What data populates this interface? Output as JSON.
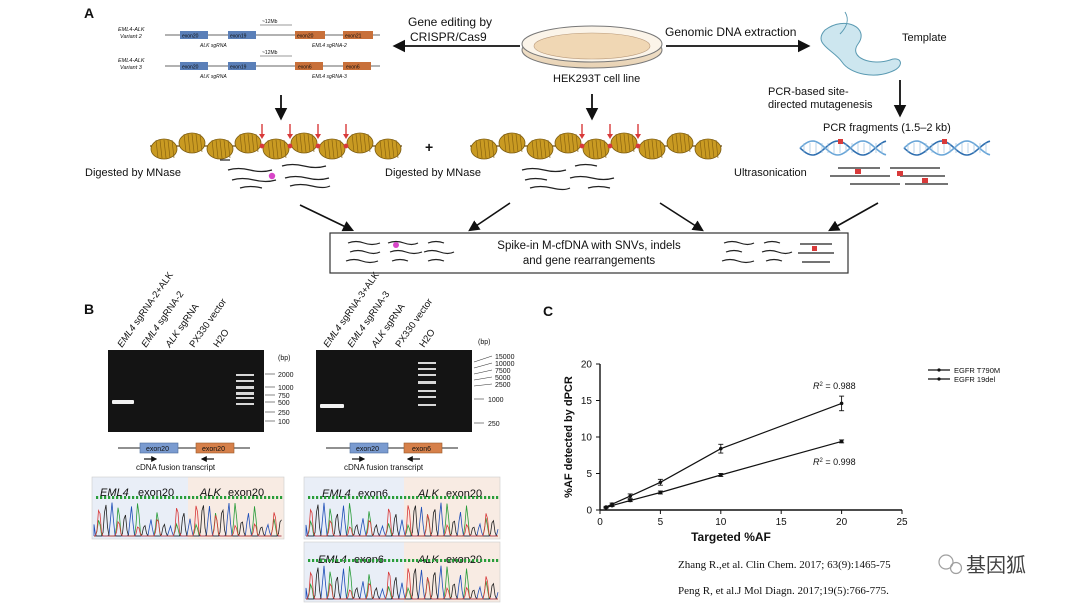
{
  "panel_a": {
    "label": "A",
    "variant2_label": [
      "EML4-ALK",
      "Variant 2"
    ],
    "variant3_label": [
      "EML4-ALK",
      "Variant 3"
    ],
    "variant_exons_top": [
      "exon20",
      "exon19",
      "exon20",
      "exon21"
    ],
    "variant_exons_bottom": [
      "exon20",
      "exon19",
      "exon6",
      "exon6"
    ],
    "distance_label": "~12Mb",
    "sgrna_top": [
      "ALK sgRNA",
      "EML4 sgRNA-2"
    ],
    "sgrna_bottom": [
      "ALK sgRNA",
      "EML4 sgRNA-3"
    ],
    "gene_editing": [
      "Gene editing by",
      "CRISPR/Cas9"
    ],
    "cell_line": "HEK293T cell line",
    "genomic_extraction": "Genomic DNA extraction",
    "template": "Template",
    "pcr_mutagenesis": [
      "PCR-based site-",
      "directed mutagenesis"
    ],
    "pcr_fragments": "PCR fragments (1.5–2 kb)",
    "digested_left": "Digested by MNase",
    "plus": "+",
    "digested_mid": "Digested by MNase",
    "ultrasonication": "Ultrasonication",
    "spike_in": [
      "Spike-in M-cfDNA with SNVs, indels",
      "and gene rearrangements"
    ]
  },
  "panel_b": {
    "label": "B",
    "gel_left_lanes": [
      "EML4 sgRNA-2+ALK",
      "EML4 sgRNA-2",
      "ALK sgRNA",
      "PX330 vector",
      "H2O"
    ],
    "gel_right_lanes": [
      "EML4 sgRNA-3+ALK",
      "EML4 sgRNA-3",
      "ALK sgRNA",
      "PX330 vector",
      "H2O"
    ],
    "bp_unit": "(bp)",
    "ladder_left": [
      "2000",
      "1000",
      "750",
      "500",
      "250",
      "100"
    ],
    "ladder_right_top": [
      "15000",
      "10000",
      "7500",
      "5000",
      "2500"
    ],
    "ladder_right_bottom": [
      "1000",
      "250"
    ],
    "left_exons": [
      "exon20",
      "exon20"
    ],
    "right_exons": [
      "exon20",
      "exon6"
    ],
    "cdna_caption": "cDNA fusion transcript",
    "seq_left": [
      "EML4",
      "exon20",
      "ALK",
      "exon20"
    ],
    "seq_right_top": [
      "EML4",
      "exon6",
      "ALK",
      "exon20"
    ],
    "seq_right_bottom": [
      "EML4",
      "exon6",
      "ALK",
      "exon20"
    ]
  },
  "panel_c": {
    "label": "C"
  },
  "chart_data": {
    "type": "line",
    "xlabel": "Targeted %AF",
    "ylabel": "%AF detected by dPCR",
    "xlim": [
      0,
      25
    ],
    "ylim": [
      0,
      20
    ],
    "xticks": [
      0,
      5,
      10,
      15,
      20,
      25
    ],
    "yticks": [
      0,
      5,
      10,
      15,
      20
    ],
    "legend_position": "top-right",
    "series": [
      {
        "name": "EGFR T790M",
        "x": [
          0.5,
          1,
          2.5,
          5,
          10,
          20
        ],
        "y": [
          0.4,
          0.8,
          1.9,
          3.8,
          8.4,
          14.6
        ],
        "err": [
          0.1,
          0.15,
          0.3,
          0.4,
          0.6,
          1.0
        ]
      },
      {
        "name": "EGFR 19del",
        "x": [
          0.5,
          1,
          2.5,
          5,
          10,
          20
        ],
        "y": [
          0.3,
          0.6,
          1.3,
          2.4,
          4.8,
          9.4
        ],
        "err": [
          0.05,
          0.1,
          0.15,
          0.2,
          0.2,
          0.2
        ]
      }
    ],
    "annotations": [
      {
        "prefix": "R",
        "sup": "2",
        "text": " = 0.988"
      },
      {
        "prefix": "R",
        "sup": "2",
        "text": " = 0.998"
      }
    ]
  },
  "references": [
    "Zhang R.,et al. Clin Chem. 2017; 63(9):1465-75",
    "Peng R, et al.J Mol Diagn. 2017;19(5):766-775."
  ],
  "watermark": "基因狐",
  "colors": {
    "exon_blue": "#5a7fb8",
    "exon_orange": "#c8703a",
    "nucleosome": "#c99a22",
    "cut_red": "#d83a3a",
    "marker_pink": "#d846c8",
    "gel_bg": "#141414"
  }
}
